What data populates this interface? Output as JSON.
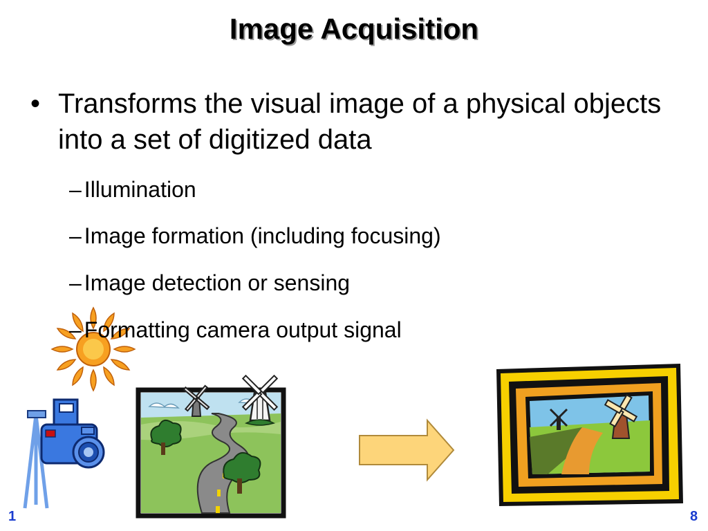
{
  "slide": {
    "title": "Image Acquisition",
    "bullet": {
      "marker": "•",
      "text": "Transforms the visual image of a physical objects into a set of digitized data"
    },
    "sub_bullets": [
      {
        "dash": "–",
        "text": "Illumination"
      },
      {
        "dash": "–",
        "text": "Image formation (including focusing)"
      },
      {
        "dash": "–",
        "text": "Image detection or sensing"
      },
      {
        "dash": "–",
        "text": "Formatting camera output signal"
      }
    ],
    "footer": {
      "left_number": "1",
      "right_number": "8"
    }
  },
  "colors": {
    "sun": "#f7a021",
    "camera": "#3a78e0",
    "arrow_fill": "#fdd57a",
    "frame_yellow": "#f7d000",
    "page_number": "#1a3ccf"
  },
  "icons": {
    "sun": "sun-icon",
    "camera": "camera-on-tripod-icon",
    "landscape": "landscape-with-windmills-icon",
    "arrow": "right-arrow-icon",
    "framed_picture": "framed-picture-icon"
  }
}
